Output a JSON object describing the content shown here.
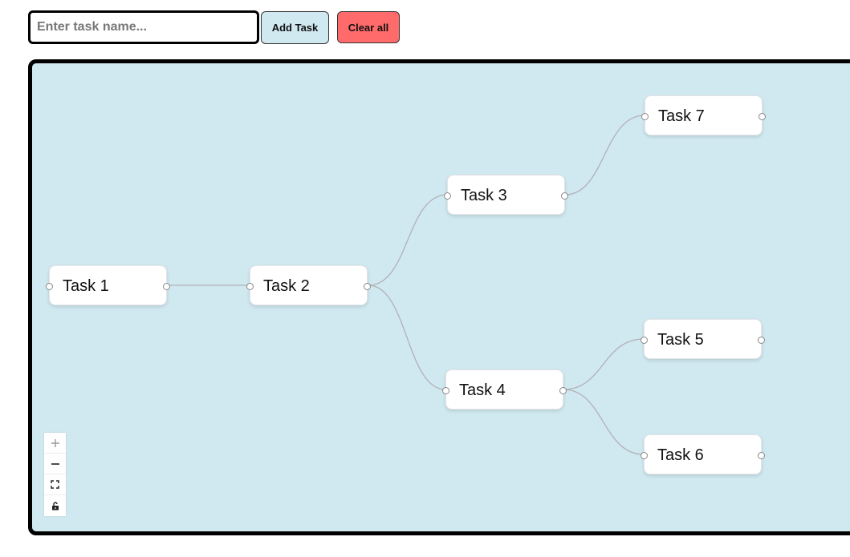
{
  "toolbar": {
    "input_placeholder": "Enter task name...",
    "input_value": "",
    "add_label": "Add Task",
    "clear_label": "Clear all"
  },
  "colors": {
    "canvas_bg": "#d0e8f0",
    "add_button_bg": "#d0e8f0",
    "clear_button_bg": "#ff6b6b",
    "edge": "#b1b1b7"
  },
  "nodes": [
    {
      "id": "1",
      "label": "Task 1"
    },
    {
      "id": "2",
      "label": "Task 2"
    },
    {
      "id": "3",
      "label": "Task 3"
    },
    {
      "id": "4",
      "label": "Task 4"
    },
    {
      "id": "5",
      "label": "Task 5"
    },
    {
      "id": "6",
      "label": "Task 6"
    },
    {
      "id": "7",
      "label": "Task 7"
    }
  ],
  "edges": [
    {
      "source": "1",
      "target": "2"
    },
    {
      "source": "2",
      "target": "3"
    },
    {
      "source": "2",
      "target": "4"
    },
    {
      "source": "3",
      "target": "7"
    },
    {
      "source": "4",
      "target": "5"
    },
    {
      "source": "4",
      "target": "6"
    }
  ],
  "controls": {
    "zoom_in_icon": "plus-icon",
    "zoom_out_icon": "minus-icon",
    "fit_view_icon": "fit-view-icon",
    "lock_icon": "unlock-icon"
  }
}
